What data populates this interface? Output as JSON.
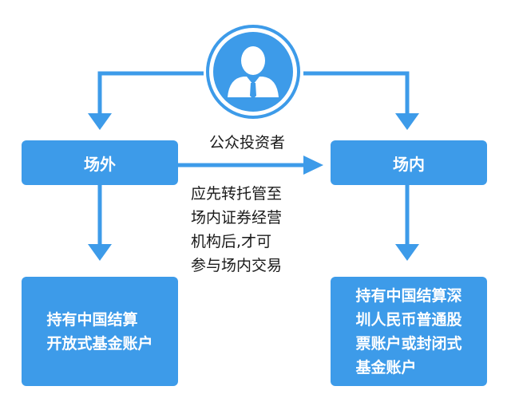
{
  "investor": {
    "label": "公众投资者",
    "icon": "investor-person-icon"
  },
  "offsite": {
    "label": "场外"
  },
  "onsite": {
    "label": "场内"
  },
  "transfer_note": {
    "lines": [
      "应先转托管至",
      "场内证券经营",
      "机构后,才可",
      "参与场内交易"
    ]
  },
  "offsite_account": {
    "lines": [
      "持有中国结算",
      "开放式基金账户"
    ]
  },
  "onsite_account": {
    "lines": [
      "持有中国结算深",
      "圳人民币普通股",
      "票账户或封闭式",
      "基金账户"
    ]
  },
  "colors": {
    "box_fill": "#3d9be9",
    "arrow": "#3d9be9",
    "text": "#1a1a1a",
    "box_text": "#ffffff"
  }
}
